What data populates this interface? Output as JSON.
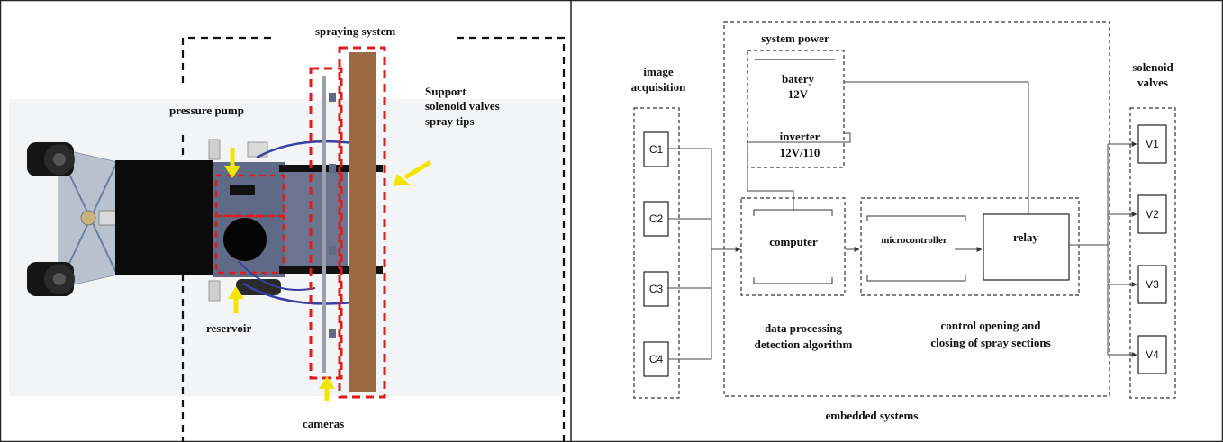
{
  "left_panel": {
    "labels": {
      "spraying_system": "spraying system",
      "pressure_pump": "pressure pump",
      "support": "Support",
      "solenoid_valves": "solenoid valves",
      "spray_tips": "spray tips",
      "reservoir": "reservoir",
      "cameras": "cameras"
    }
  },
  "right_panel": {
    "labels": {
      "image_acquisition_1": "image",
      "image_acquisition_2": "acquisition",
      "system_power": "system power",
      "battery_1": "batery",
      "battery_2": "12V",
      "inverter_1": "inverter",
      "inverter_2": "12V/110",
      "computer": "computer",
      "microcontroller": "microcontroller",
      "relay": "relay",
      "data_processing_1": "data processing",
      "data_processing_2": "detection algorithm",
      "control_1": "control opening and",
      "control_2": "closing of spray sections",
      "solenoid_1": "solenoid",
      "solenoid_2": "valves",
      "embedded_systems": "embedded systems"
    },
    "cameras": [
      "C1",
      "C2",
      "C3",
      "C4"
    ],
    "valves": [
      "V1",
      "V2",
      "V3",
      "V4"
    ]
  },
  "colors": {
    "red_dash": "#e01b1b",
    "yellow_arrow": "#f2e600",
    "support_bar": "#9b6a43",
    "chassis": "#6e7f9c",
    "hose": "#3a3fa0"
  }
}
